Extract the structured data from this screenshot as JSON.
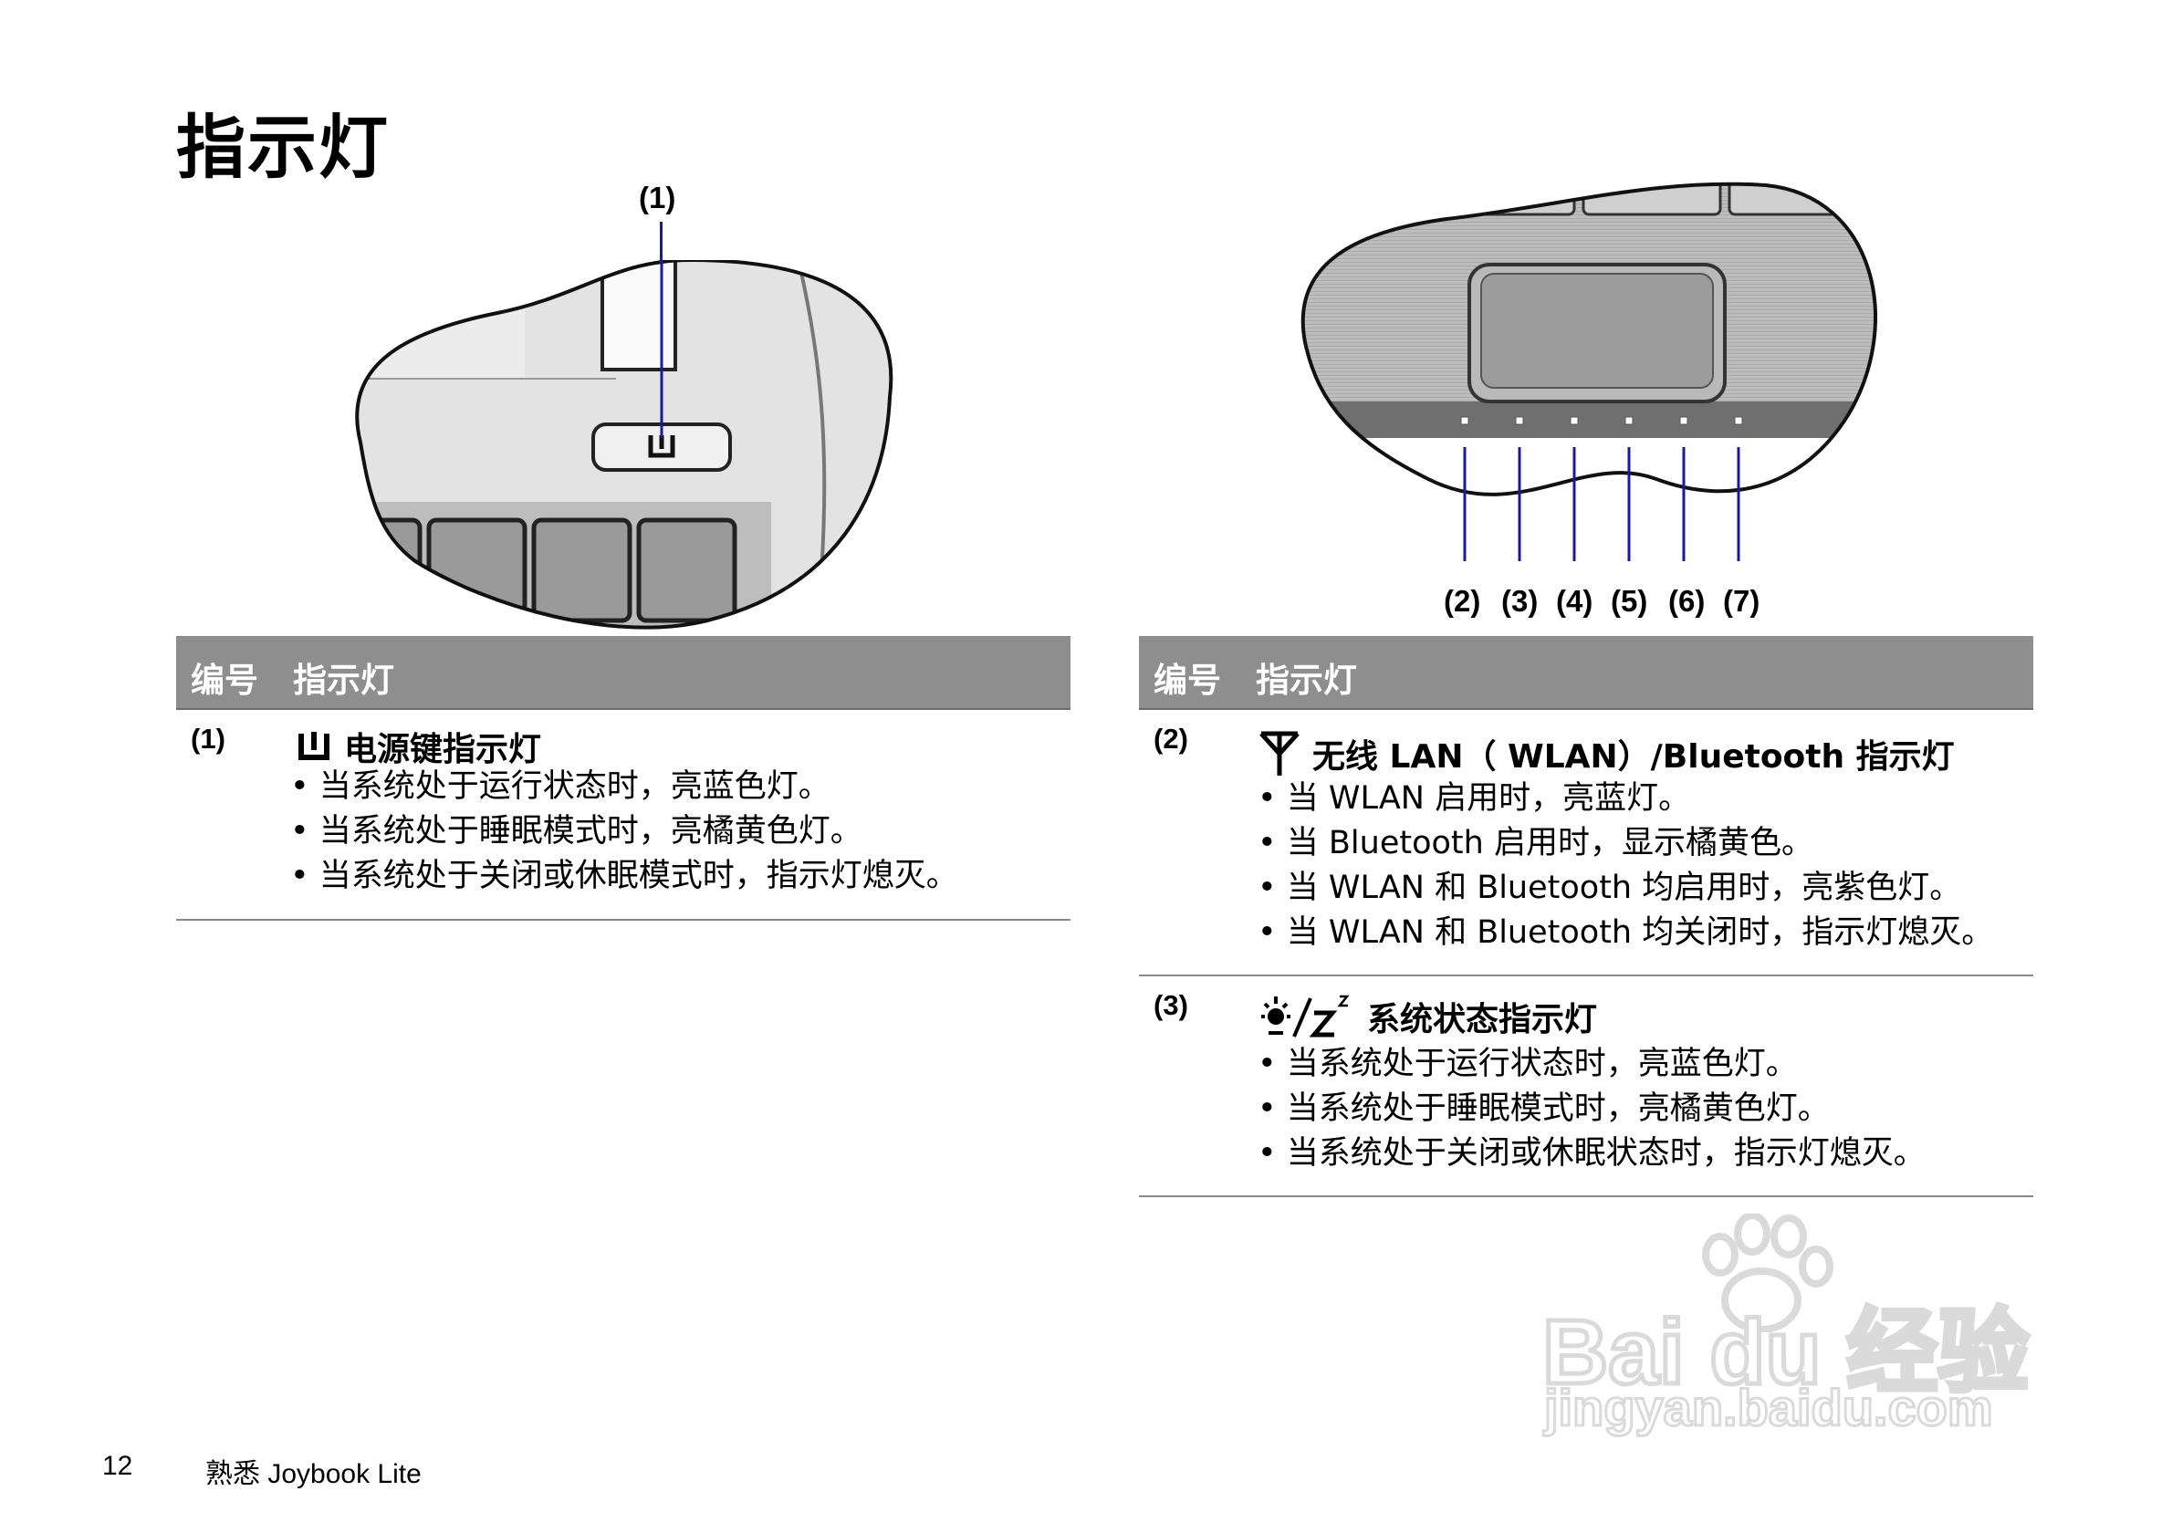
{
  "page": {
    "title": "指示灯",
    "footer_page_number": "12",
    "footer_text": "熟悉 Joybook Lite"
  },
  "figures": {
    "left_callout": "(1)",
    "right_callouts": [
      "(2)",
      "(3)",
      "(4)",
      "(5)",
      "(6)",
      "(7)"
    ]
  },
  "colors": {
    "callout_line": "#1a1aa0",
    "table_header_bg": "#8e8e8e"
  },
  "left_table": {
    "col_number": "编号",
    "col_indicator": "指示灯",
    "rows": [
      {
        "number": "(1)",
        "icon": "power-icon",
        "title": "电源键指示灯",
        "bullets": [
          "当系统处于运行状态时，亮蓝色灯。",
          "当系统处于睡眠模式时，亮橘黄色灯。",
          "当系统处于关闭或休眠模式时，指示灯熄灭。"
        ]
      }
    ]
  },
  "right_table": {
    "col_number": "编号",
    "col_indicator": "指示灯",
    "rows": [
      {
        "number": "(2)",
        "icon": "antenna-icon",
        "title": "无线 LAN（ WLAN）/Bluetooth 指示灯",
        "bullets": [
          "当 WLAN 启用时，亮蓝灯。",
          "当 Bluetooth 启用时，显示橘黄色。",
          "当 WLAN 和 Bluetooth 均启用时，亮紫色灯。",
          "当 WLAN 和 Bluetooth 均关闭时，指示灯熄灭。"
        ]
      },
      {
        "number": "(3)",
        "icon": "sun-sleep-icon",
        "title": "系统状态指示灯",
        "bullets": [
          "当系统处于运行状态时，亮蓝色灯。",
          "当系统处于睡眠模式时，亮橘黄色灯。",
          "当系统处于关闭或休眠状态时，指示灯熄灭。"
        ]
      }
    ]
  },
  "watermark": {
    "line1": "Bai du 经验",
    "line2": "jingyan.baidu.com"
  }
}
